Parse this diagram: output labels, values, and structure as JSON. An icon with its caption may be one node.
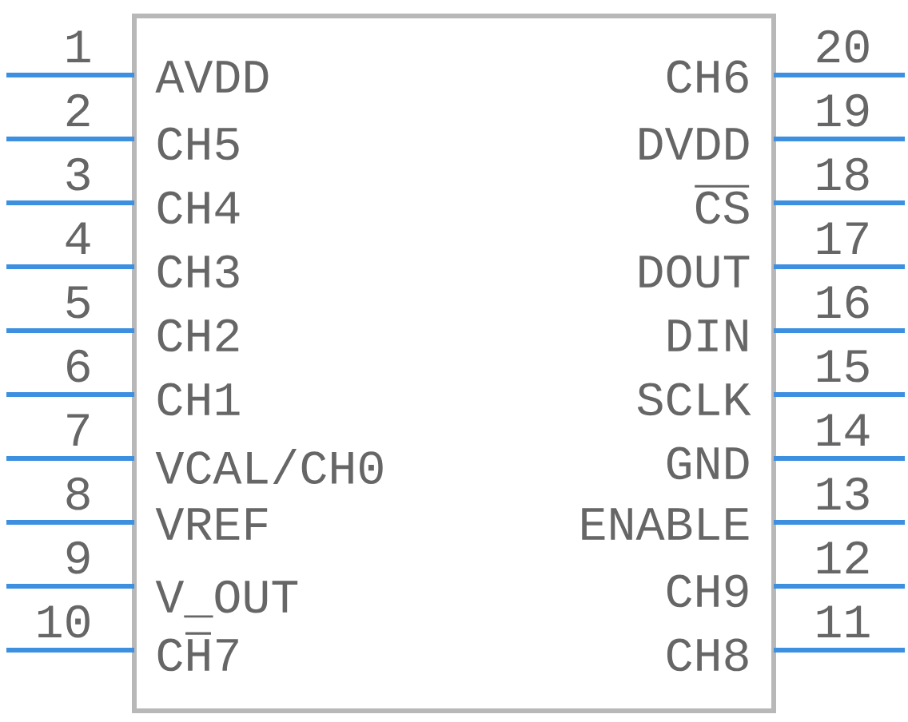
{
  "diagram": {
    "labels": [
      "1",
      "AVDD",
      "CH6",
      "20",
      "2",
      "CH5",
      "DVDD",
      "19",
      "3",
      "CH4",
      "CS",
      "18",
      "4",
      "CH3",
      "DOUT",
      "17",
      "5",
      "CH2",
      "DIN",
      "16",
      "6",
      "CH1",
      "SCLK",
      "15",
      "7",
      "VCAL/CH0",
      "GND",
      "14",
      "8",
      "VREF",
      "ENABLE",
      "13",
      "9",
      "V_OUT",
      "CH9",
      "12",
      "10",
      "CH7",
      "CH8",
      "11"
    ]
  }
}
